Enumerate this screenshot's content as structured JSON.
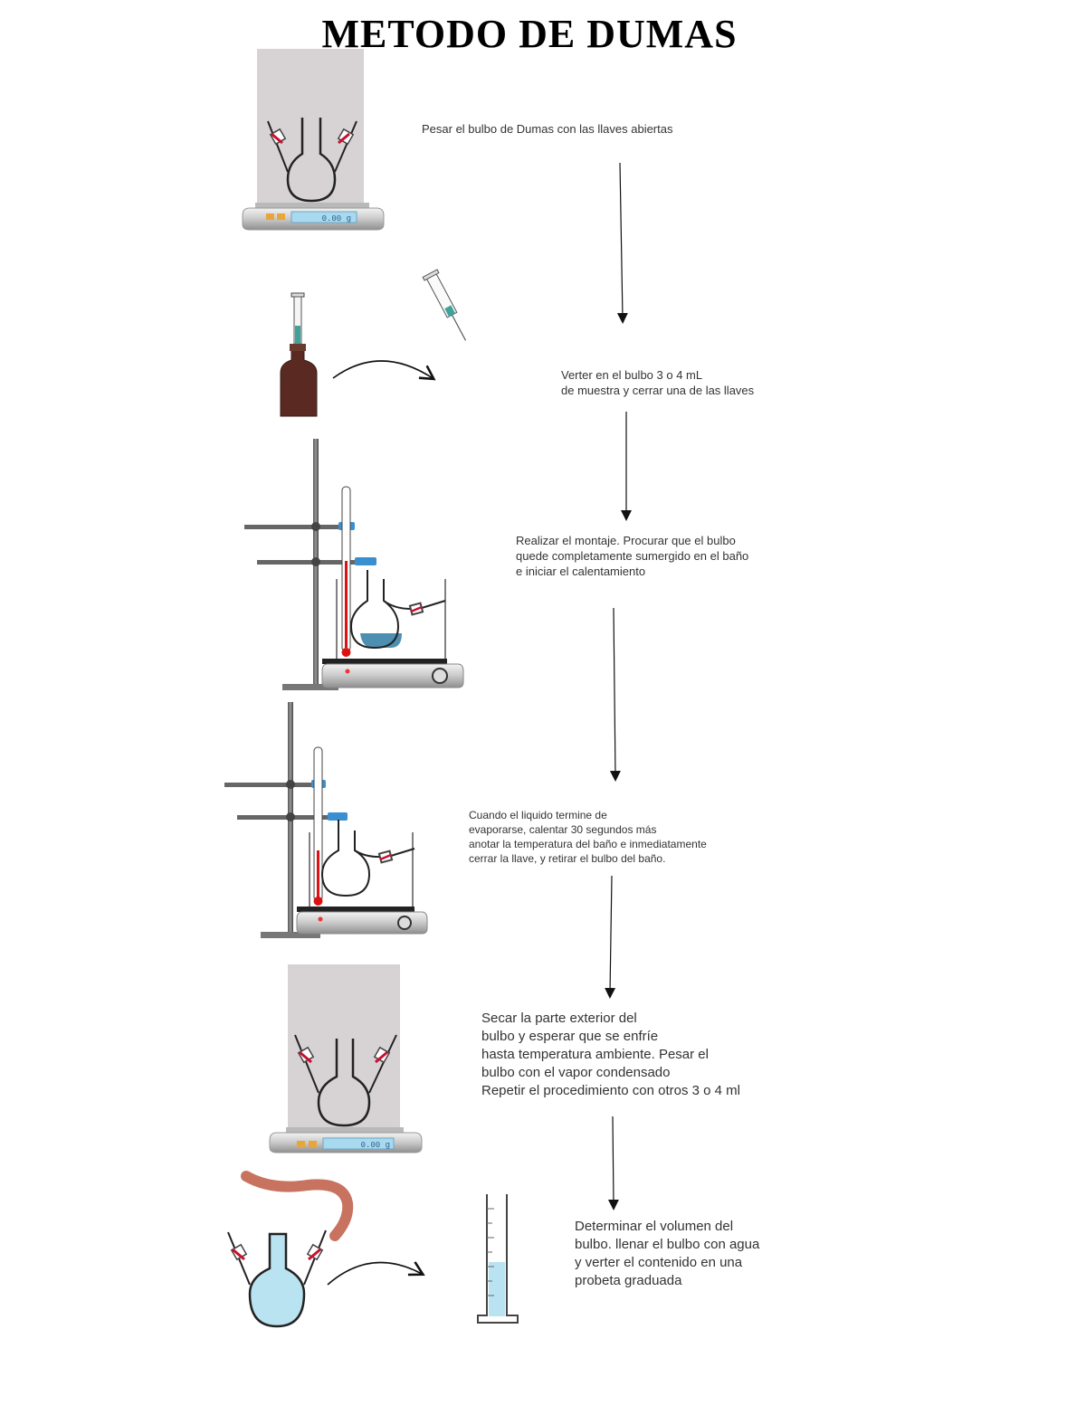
{
  "title": "METODO DE DUMAS",
  "steps": [
    {
      "text": "Pesar el bulbo de Dumas con las llaves abiertas"
    },
    {
      "text": "Verter en el bulbo 3 o 4 mL\nde muestra y cerrar una de las llaves"
    },
    {
      "text": "Realizar el montaje. Procurar que el bulbo\nquede completamente sumergido en el baño\ne iniciar el calentamiento"
    },
    {
      "text": "Cuando el liquido termine de\nevaporarse, calentar 30 segundos más\n anotar la temperatura del baño e inmediatamente\n cerrar la llave, y retirar el bulbo del baño."
    },
    {
      "text": "Secar la parte exterior del\nbulbo y esperar que se enfríe\nhasta temperatura ambiente. Pesar el\nbulbo con el vapor condensado\nRepetir el procedimiento con otros 3 o 4 ml"
    },
    {
      "text": "Determinar el volumen del\nbulbo. llenar el bulbo con agua\ny verter el contenido en una\nprobeta graduada"
    }
  ],
  "balance_readouts": [
    "0.00 g",
    "0.00 g"
  ],
  "icons": [
    "balance-icon",
    "dumas-bulb-icon",
    "syringe-icon",
    "reagent-bottle-icon",
    "ring-stand-icon",
    "thermometer-icon",
    "hot-plate-icon",
    "rubber-hose-icon",
    "graduated-cylinder-icon",
    "curved-arrow-icon",
    "down-arrow-icon"
  ],
  "colors": {
    "stopcock": "#c8102e",
    "clamp": "#3a8fd0",
    "water": "#b9e3f0",
    "bottle": "#5a2a22",
    "hose": "#c8735f"
  }
}
